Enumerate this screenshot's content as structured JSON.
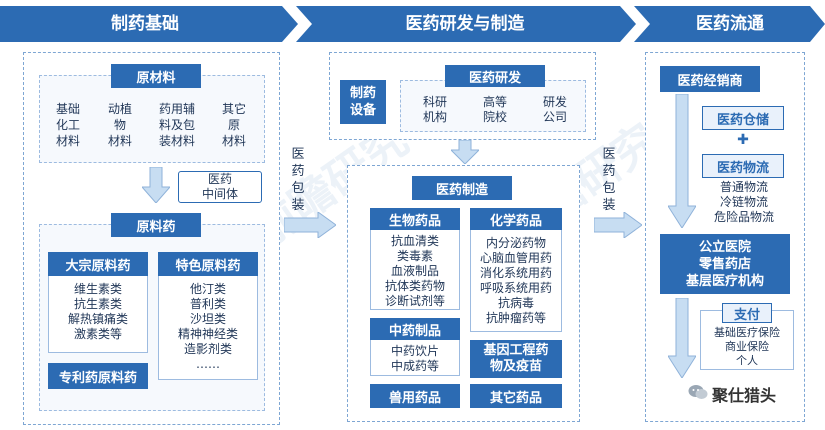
{
  "stages": [
    "制药基础",
    "医药研发与制造",
    "医药流通"
  ],
  "basis": {
    "raw_materials_title": "原材料",
    "raw_materials": [
      "基础\n化工\n材料",
      "动植\n物\n材料",
      "药用辅\n料及包\n装材料",
      "其它\n原\n材料"
    ],
    "intermediate": "医药\n中间体",
    "api_title": "原料药",
    "bulk_title": "大宗原料药",
    "bulk_items": [
      "维生素类",
      "抗生素类",
      "解热镇痛类",
      "激素类等"
    ],
    "specialty_title": "特色原料药",
    "specialty_items": [
      "他汀类",
      "普利类",
      "沙坦类",
      "精神神经类",
      "造影剂类",
      "……"
    ],
    "patent_title": "专利药原料药"
  },
  "packaging_label": "医\n药\n包\n装",
  "rd": {
    "equipment": "制药\n设备",
    "rd_title": "医药研发",
    "rd_items": [
      "科研\n机构",
      "高等\n院校",
      "研发\n公司"
    ],
    "mfg_title": "医药制造",
    "bio_title": "生物药品",
    "bio_items": [
      "抗血清类",
      "类毒素",
      "血液制品",
      "抗体类药物",
      "诊断试剂等"
    ],
    "chem_title": "化学药品",
    "chem_items": [
      "内分泌药物",
      "心脑血管用药",
      "消化系统用药",
      "呼吸系统用药",
      "抗病毒",
      "抗肿瘤药等"
    ],
    "tcm_title": "中药制品",
    "tcm_items": [
      "中药饮片",
      "中成药等"
    ],
    "gene_title": "基因工程药\n物及疫苗",
    "vet_title": "兽用药品",
    "other_title": "其它药品"
  },
  "distribution": {
    "distributor": "医药经销商",
    "warehouse": "医药仓储",
    "logistics_title": "医药物流",
    "logistics_items": [
      "普通物流",
      "冷链物流",
      "危险品物流"
    ],
    "terminals": [
      "公立医院",
      "零售药店",
      "基层医疗机构"
    ],
    "payment_title": "支付",
    "payment_items": [
      "基础医疗保险",
      "商业保险",
      "个人"
    ]
  },
  "brand": "聚仕猎头",
  "colors": {
    "primary": "#2c6bb3",
    "light": "#e9f1fb",
    "dashed": "#7ea6d3",
    "arrow": "#c7ddf2"
  }
}
